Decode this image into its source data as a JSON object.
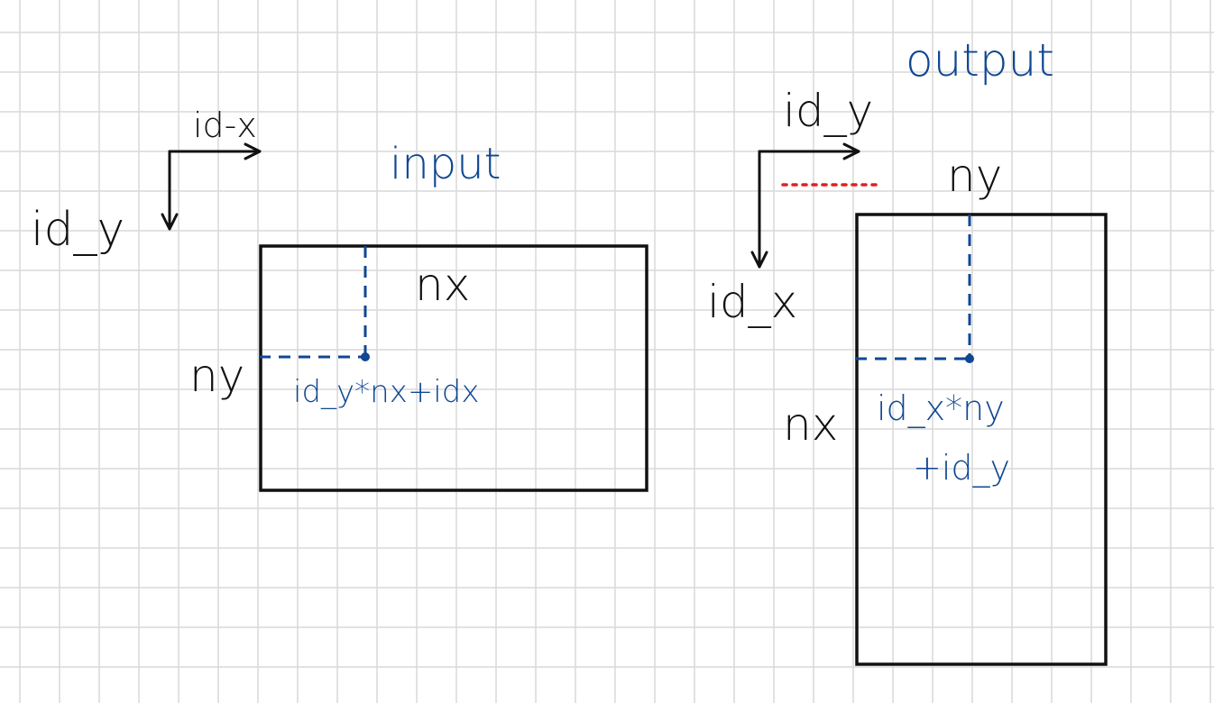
{
  "colors": {
    "grid": "#d9d9d9",
    "ink_black": "#111111",
    "ink_blue": "#0f4793",
    "ink_red": "#e02020",
    "background": "#ffffff"
  },
  "input": {
    "title": "input",
    "axis_horizontal_label": "id-x",
    "axis_vertical_label": "id_y",
    "width_label": "nx",
    "height_label": "ny",
    "index_formula": "id_y*nx+idx"
  },
  "output": {
    "title": "output",
    "axis_horizontal_label": "id_y",
    "axis_vertical_label": "id_x",
    "width_label": "ny",
    "height_label": "nx",
    "index_formula_line1": "id_x*ny",
    "index_formula_line2": "+id_y"
  }
}
